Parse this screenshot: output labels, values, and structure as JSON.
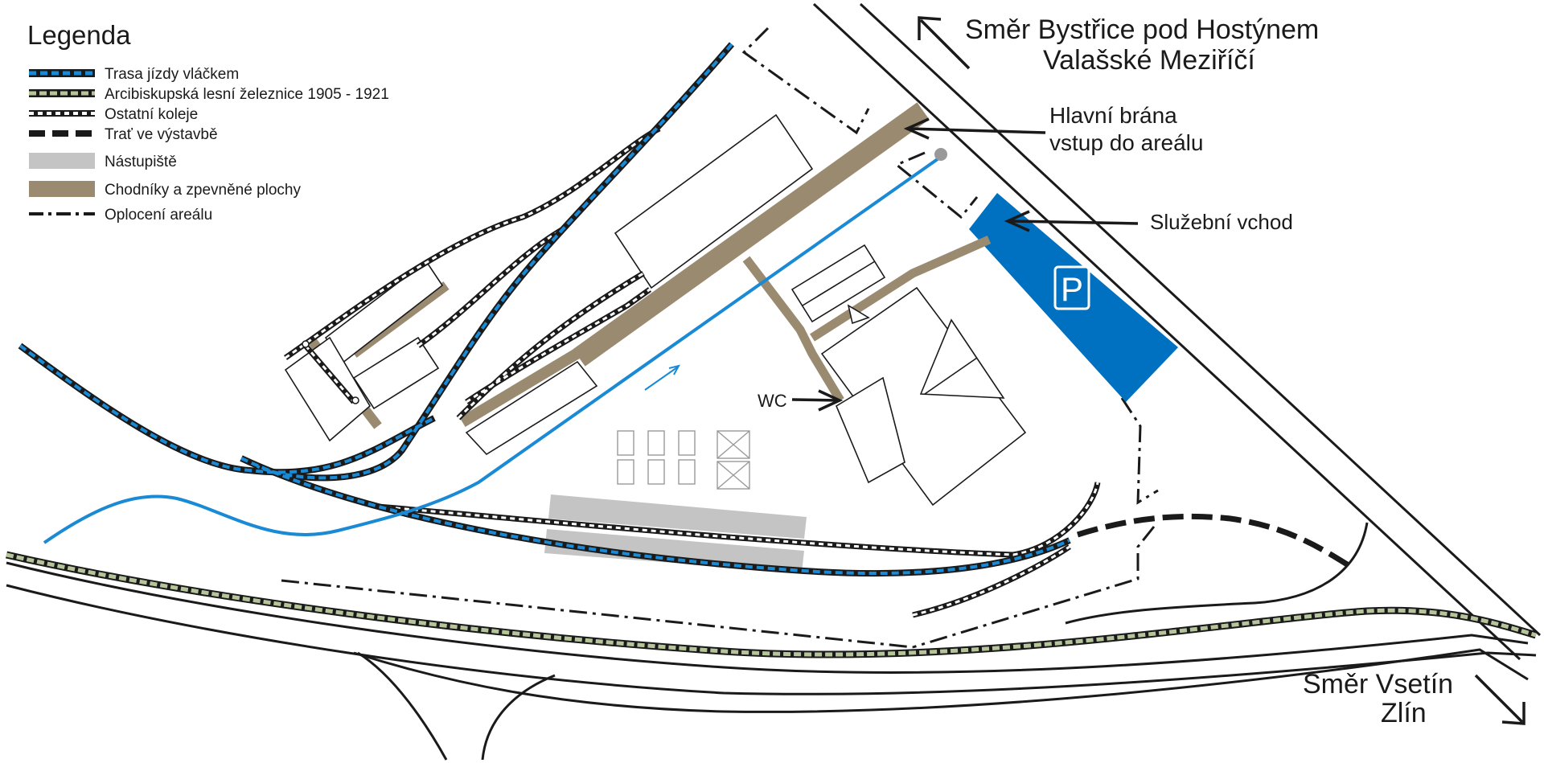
{
  "legend": {
    "title": "Legenda",
    "items": [
      {
        "key": "train-route",
        "label": "Trasa jízdy vláčkem"
      },
      {
        "key": "forest-railway",
        "label": "Arcibiskupská lesní železnice 1905 - 1921"
      },
      {
        "key": "other-tracks",
        "label": "Ostatní koleje"
      },
      {
        "key": "construction",
        "label": "Trať ve výstavbě"
      },
      {
        "key": "platform",
        "label": "Nástupiště"
      },
      {
        "key": "paths",
        "label": "Chodníky a zpevněné plochy"
      },
      {
        "key": "fence",
        "label": "Oplocení areálu"
      }
    ]
  },
  "labels": {
    "direction_north_line1": "Směr Bystřice pod Hostýnem",
    "direction_north_line2": "Valašské Meziříčí",
    "main_gate_line1": "Hlavní brána",
    "main_gate_line2": "vstup do areálu",
    "service_entrance": "Služební vchod",
    "wc": "WC",
    "parking": "P",
    "direction_south_line1": "Směr Vsetín",
    "direction_south_line2": "Zlín"
  },
  "colors": {
    "route_blue": "#1a8ad4",
    "forest_green": "#b5c49a",
    "path_brown": "#9a8a70",
    "platform_gray": "#c4c4c4",
    "parking_blue": "#0070c0",
    "ink": "#1a1a1a"
  },
  "icons": {
    "arrow_north": "arrow-up-left-icon",
    "arrow_south": "arrow-down-right-icon",
    "parking": "parking-icon"
  }
}
